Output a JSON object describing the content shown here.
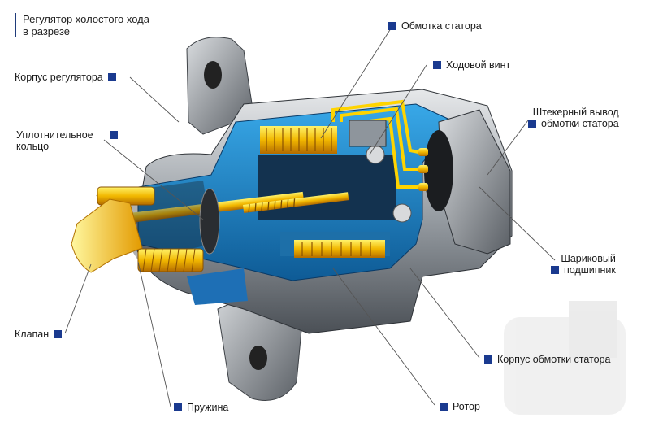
{
  "title": {
    "line1": "Регулятор холостого хода",
    "line2": "в разрезе"
  },
  "labels": {
    "korpus_regulyatora": "Корпус регулятора",
    "uplotnitelnoe_1": "Уплотнительное",
    "uplotnitelnoe_2": "кольцо",
    "klapan": "Клапан",
    "pruzhina": "Пружина",
    "obmotka_statora": "Обмотка статора",
    "khodovoy_vint": "Ходовой винт",
    "shteker_1": "Штекерный вывод",
    "shteker_2": "обмотки статора",
    "sharik_1": "Шариковый",
    "sharik_2": "подшипник",
    "korpus_obmotki": "Корпус обмотки статора",
    "rotor": "Ротор"
  },
  "colors": {
    "marker": "#1a3a8f",
    "steel": "#9ea3a8",
    "cutaway_blue": "#1f8ccf",
    "copper": "#f2b800"
  }
}
